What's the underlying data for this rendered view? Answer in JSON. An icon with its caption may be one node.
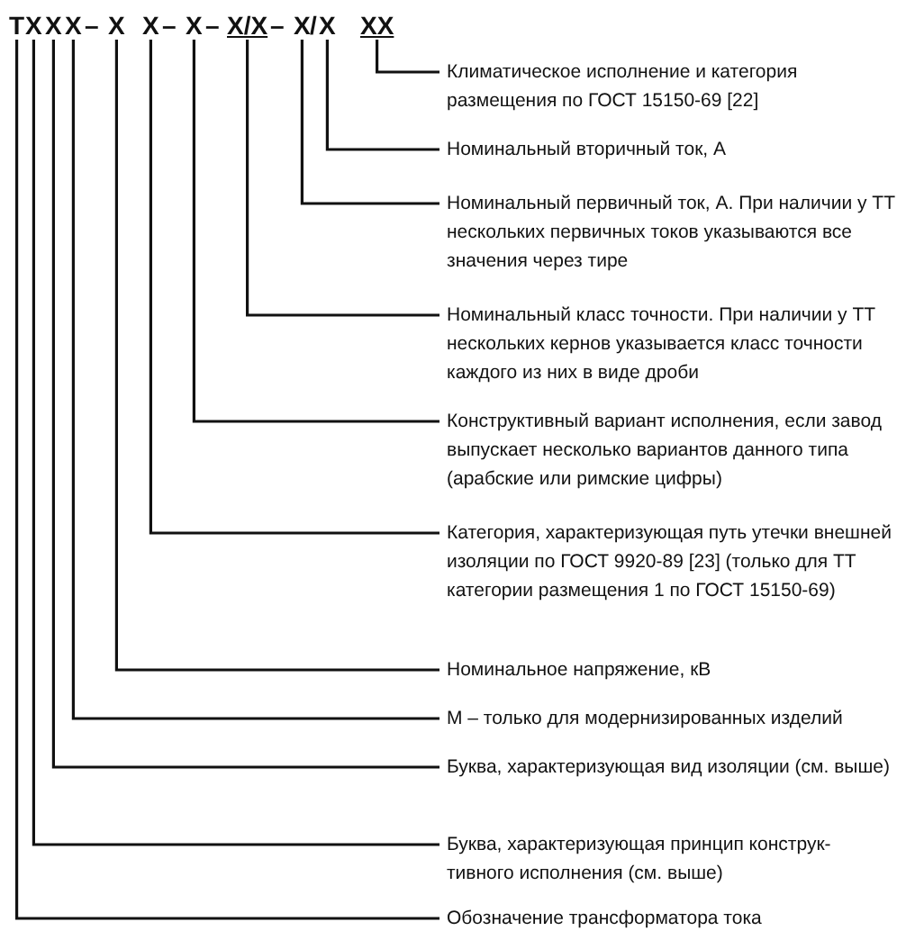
{
  "diagram": {
    "nodes": [
      {
        "text": [
          "Т"
        ]
      },
      {
        "text": [
          "Х"
        ]
      },
      {
        "text": [
          "Х"
        ]
      },
      {
        "text": [
          "Х"
        ]
      },
      {
        "text": [
          "Х"
        ]
      },
      {
        "text": [
          "Х"
        ]
      },
      {
        "text": [
          "Х"
        ]
      },
      {
        "text": [
          "Х/Х"
        ]
      },
      {
        "text": [
          "Х"
        ]
      },
      {
        "text": [
          "Х"
        ]
      },
      {
        "text": [
          "ХХ"
        ]
      },
      {
        "text": [
          "Климатическое исполнение и категория размещения по ГОСТ 15150-69 [22]"
        ]
      },
      {
        "text": [
          "Номинальный вторичный ток, А"
        ]
      },
      {
        "text": [
          "Номинальный первичный ток, А. При наличии у ТТ нескольких первичных токов указываются все значения через тире"
        ]
      },
      {
        "text": [
          "Номинальный класс точности. При наличии у ТТ нескольких кернов указывается класс точности каждого из них в виде дроби"
        ]
      },
      {
        "text": [
          "Конструктивный вариант исполнения, если завод выпускает несколько вариантов данного типа (арабские или римские цифры)"
        ]
      },
      {
        "text": [
          "Категория, характеризующая путь утечки внешней изоляции по ГОСТ 9920-89 [23] (только для ТТ категории размещения 1 по ГОСТ 15150-69)"
        ]
      },
      {
        "text": [
          "Номинальное напряжение, кВ"
        ]
      },
      {
        "text": [
          "М – только для модернизированных изделий"
        ]
      },
      {
        "text": [
          "Буква, характеризующая вид изоляции (см. выше)"
        ]
      },
      {
        "text": [
          "Буква, характеризующая принцип конструк- тивного исполнения (см. выше)"
        ]
      },
      {
        "text": [
          "Обозначение трансформатора тока"
        ]
      }
    ],
    "edges": [
      {
        "from": 11,
        "to": 10,
        "arrow": "none"
      },
      {
        "from": 12,
        "to": 9,
        "arrow": "none"
      },
      {
        "from": 13,
        "to": 8,
        "arrow": "none"
      },
      {
        "from": 14,
        "to": 7,
        "arrow": "none"
      },
      {
        "from": 15,
        "to": 6,
        "arrow": "none"
      },
      {
        "from": 16,
        "to": 5,
        "arrow": "none"
      },
      {
        "from": 17,
        "to": 4,
        "arrow": "none"
      },
      {
        "from": 18,
        "to": 3,
        "arrow": "none"
      },
      {
        "from": 19,
        "to": 2,
        "arrow": "none"
      },
      {
        "from": 20,
        "to": 1,
        "arrow": "none"
      },
      {
        "from": 21,
        "to": 0,
        "arrow": "none"
      }
    ],
    "labels": [
      "–",
      "–",
      "–",
      "–",
      "/"
    ]
  }
}
